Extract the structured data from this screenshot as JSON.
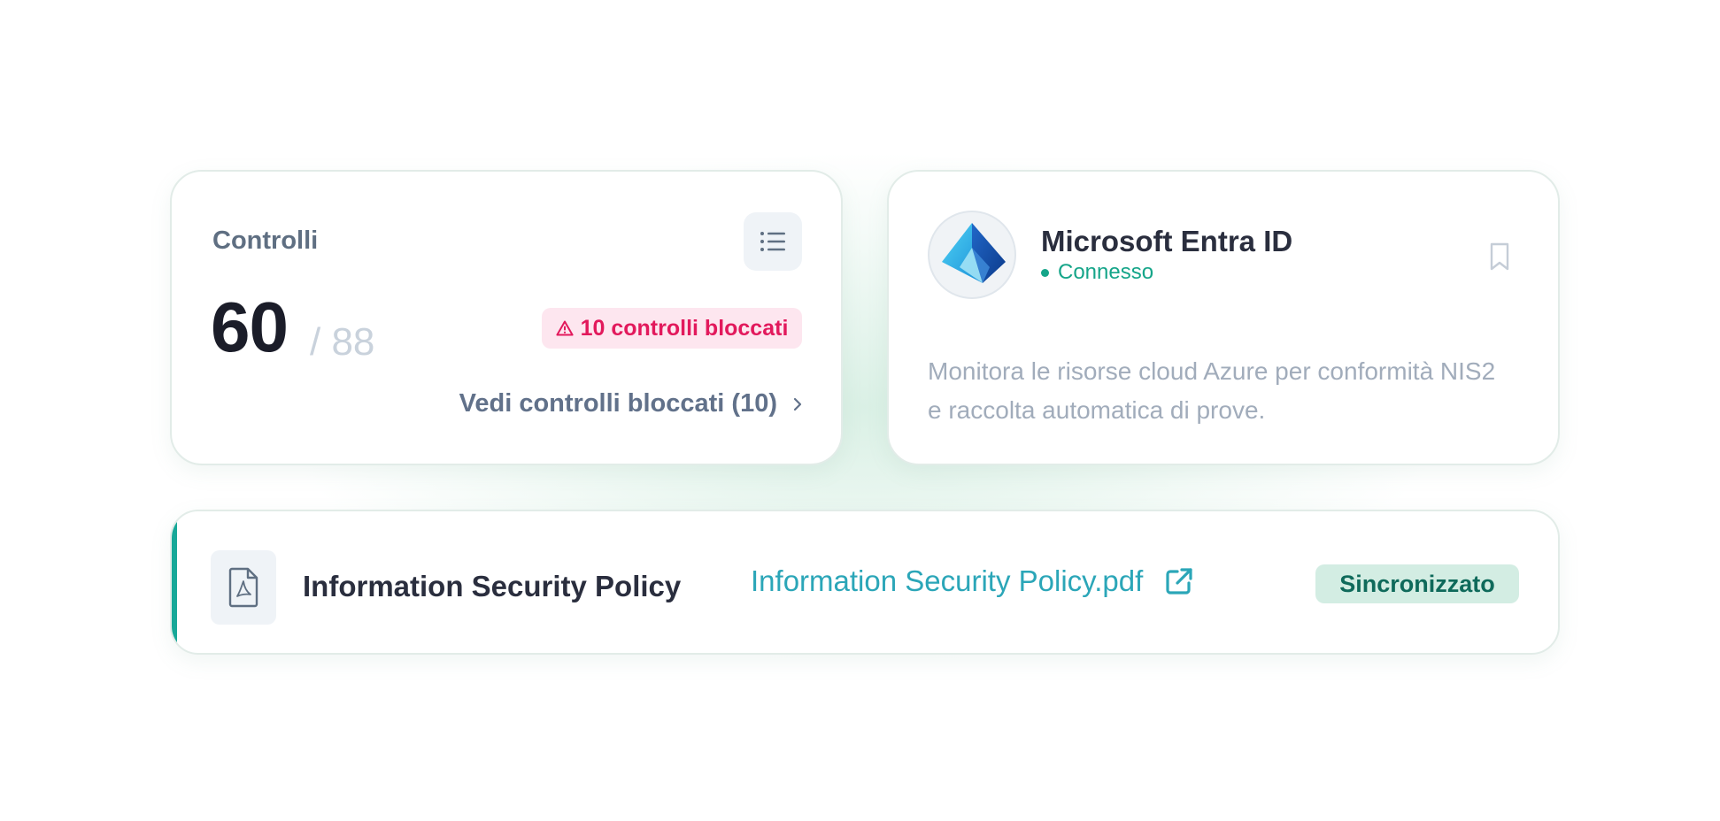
{
  "controls_card": {
    "title": "Controlli",
    "completed": "60",
    "total": "/ 88",
    "blocked_badge": "10 controlli bloccati",
    "see_blocked_link": "Vedi controlli bloccati (10)",
    "icons": {
      "list": "list-icon",
      "alert": "warning-triangle-icon",
      "chevron": "chevron-right-icon"
    },
    "colors": {
      "blocked": "#e2195c",
      "blocked_bg": "#fde6ef"
    }
  },
  "integration_card": {
    "name": "Microsoft Entra ID",
    "status": "Connesso",
    "description": "Monitora le risorse cloud Azure per conformità NIS2 e raccolta automatica di prove.",
    "icons": {
      "logo": "microsoft-entra-logo",
      "bookmark": "bookmark-icon"
    },
    "colors": {
      "status": "#15a589"
    }
  },
  "policy_row": {
    "title": "Information Security Policy",
    "file_link": "Information Security Policy.pdf",
    "sync_status": "Sincronizzato",
    "icons": {
      "file": "pdf-file-icon",
      "external": "external-link-icon"
    },
    "colors": {
      "accent": "#17a898",
      "link": "#2ba6b8",
      "sync_bg": "#d3ede3",
      "sync_text": "#0f6a5b"
    }
  }
}
